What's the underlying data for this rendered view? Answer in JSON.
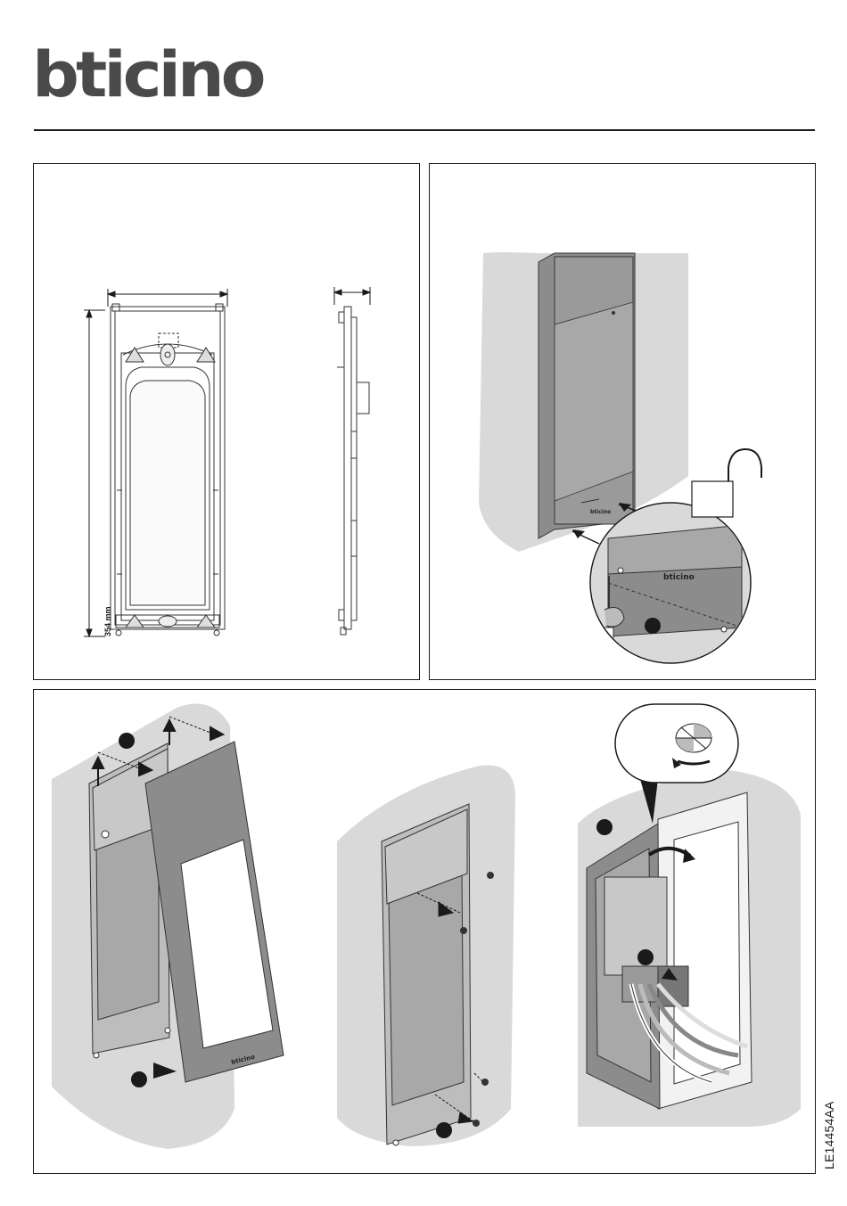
{
  "header": {
    "brand": "bticino"
  },
  "panels": {
    "dimensions": {
      "height_label": "354 mm"
    },
    "unlock": {
      "device_brand": "bticino"
    },
    "removal": {
      "frame_brand": "bticino"
    }
  },
  "footer": {
    "document_code": "LE14454AA"
  },
  "colors": {
    "wall": "#d9d9d9",
    "device_dark": "#8c8c8c",
    "device_mid": "#a8a8a8",
    "line": "#1a1a1a",
    "step_marker": "#1a1a1a"
  }
}
